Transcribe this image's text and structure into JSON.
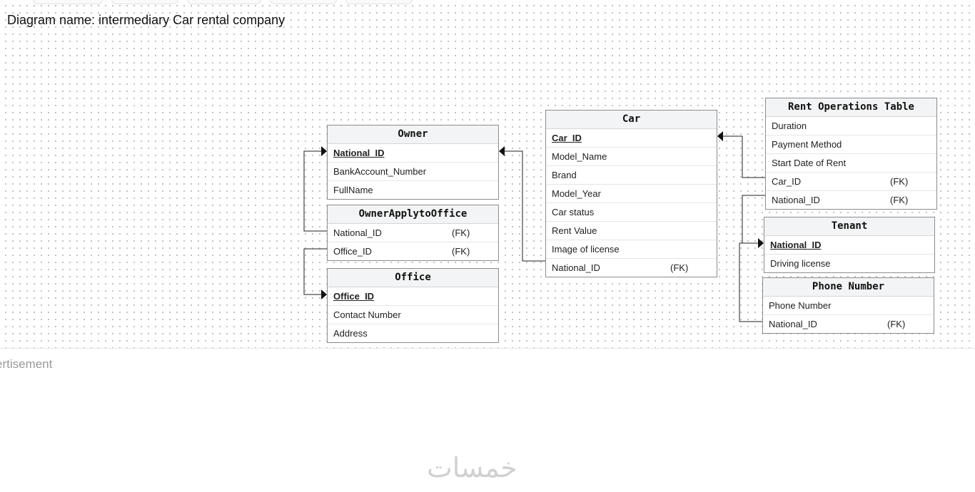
{
  "diagram": {
    "title": "Diagram name: intermediary Car rental company"
  },
  "tables": {
    "owner": {
      "name": "Owner",
      "columns": [
        {
          "label": "National_ID",
          "key": "pk",
          "fk": ""
        },
        {
          "label": "BankAccount_Number",
          "key": "",
          "fk": ""
        },
        {
          "label": "FullName",
          "key": "",
          "fk": ""
        }
      ]
    },
    "owner_apply": {
      "name": "OwnerApplytoOffice",
      "columns": [
        {
          "label": "National_ID",
          "key": "",
          "fk": "(FK)"
        },
        {
          "label": "Office_ID",
          "key": "",
          "fk": "(FK)"
        }
      ]
    },
    "office": {
      "name": "Office",
      "columns": [
        {
          "label": "Office_ID",
          "key": "pk",
          "fk": ""
        },
        {
          "label": "Contact Number",
          "key": "",
          "fk": ""
        },
        {
          "label": "Address",
          "key": "",
          "fk": ""
        }
      ]
    },
    "car": {
      "name": "Car",
      "columns": [
        {
          "label": "Car_ID",
          "key": "pk",
          "fk": ""
        },
        {
          "label": "Model_Name",
          "key": "",
          "fk": ""
        },
        {
          "label": "Brand",
          "key": "",
          "fk": ""
        },
        {
          "label": "Model_Year",
          "key": "",
          "fk": ""
        },
        {
          "label": "Car status",
          "key": "",
          "fk": ""
        },
        {
          "label": "Rent Value",
          "key": "",
          "fk": ""
        },
        {
          "label": "Image of license",
          "key": "",
          "fk": ""
        },
        {
          "label": "National_ID",
          "key": "",
          "fk": "(FK)"
        }
      ]
    },
    "rent": {
      "name": "Rent Operations Table",
      "columns": [
        {
          "label": "Duration",
          "key": "",
          "fk": ""
        },
        {
          "label": "Payment Method",
          "key": "",
          "fk": ""
        },
        {
          "label": "Start Date of Rent",
          "key": "",
          "fk": ""
        },
        {
          "label": "Car_ID",
          "key": "",
          "fk": "(FK)"
        },
        {
          "label": "National_ID",
          "key": "",
          "fk": "(FK)"
        }
      ]
    },
    "tenant": {
      "name": "Tenant",
      "columns": [
        {
          "label": "National_ID",
          "key": "pk",
          "fk": ""
        },
        {
          "label": "Driving license",
          "key": "",
          "fk": ""
        }
      ]
    },
    "phone": {
      "name": "Phone Number",
      "columns": [
        {
          "label": "Phone Number",
          "key": "",
          "fk": ""
        },
        {
          "label": "National_ID",
          "key": "",
          "fk": "(FK)"
        }
      ]
    }
  },
  "relationships": [
    {
      "from": "owner_apply.National_ID",
      "to": "owner.National_ID"
    },
    {
      "from": "owner_apply.Office_ID",
      "to": "office.Office_ID"
    },
    {
      "from": "car.National_ID",
      "to": "owner.National_ID"
    },
    {
      "from": "rent.Car_ID",
      "to": "car.Car_ID"
    },
    {
      "from": "rent.National_ID",
      "to": "tenant.National_ID"
    },
    {
      "from": "phone.National_ID",
      "to": "tenant.National_ID"
    }
  ],
  "footer": {
    "ad_label": "ertisement",
    "brand": "خمسات"
  }
}
